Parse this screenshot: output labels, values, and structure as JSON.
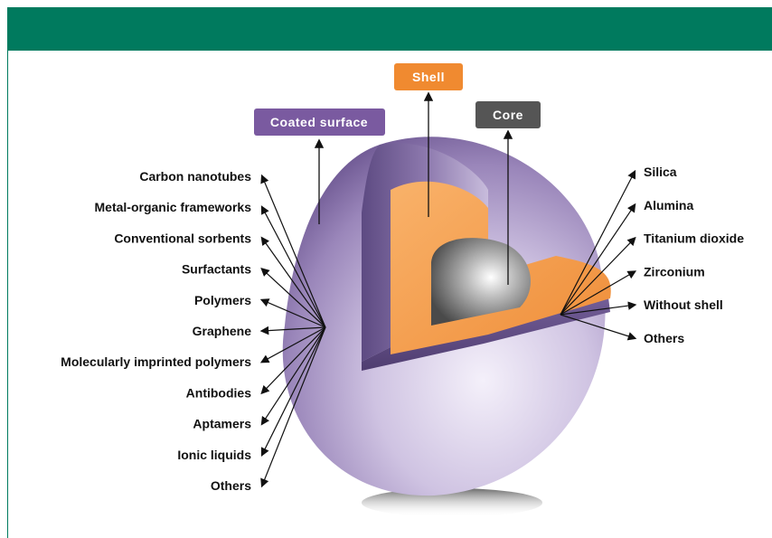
{
  "tags": {
    "coated_surface": "Coated surface",
    "shell": "Shell",
    "core": "Core"
  },
  "coating_materials": [
    "Carbon nanotubes",
    "Metal-organic frameworks",
    "Conventional sorbents",
    "Surfactants",
    "Polymers",
    "Graphene",
    "Molecularly imprinted polymers",
    "Antibodies",
    "Aptamers",
    "Ionic liquids",
    "Others"
  ],
  "shell_materials": [
    "Silica",
    "Alumina",
    "Titanium dioxide",
    "Zirconium",
    "Without shell",
    "Others"
  ],
  "colors": {
    "header": "#007a5e",
    "coated_tag": "#7a5aa0",
    "shell_tag": "#f08a30",
    "core_tag": "#555555",
    "sphere": "#a08cc0",
    "shell_layer": "#f5a050",
    "core": "#888888"
  }
}
